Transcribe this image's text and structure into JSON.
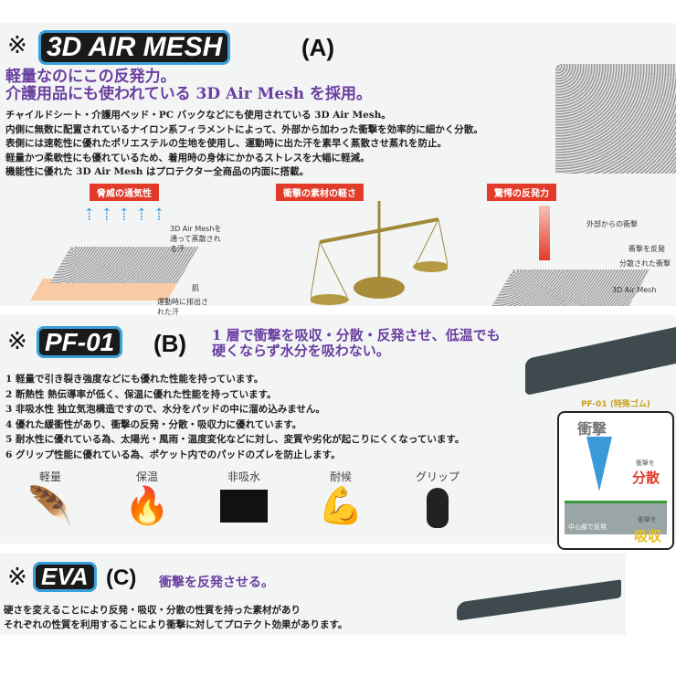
{
  "sectionA": {
    "mark": "※",
    "logo": "3D AIR MESH",
    "letter": "(A)",
    "headline": [
      "軽量なのにこの反発力。",
      "介護用品にも使われている 3D Air Mesh を採用。"
    ],
    "body": [
      "チャイルドシート・介護用ベッド・PC バックなどにも使用されている 3D Air Mesh。",
      "内側に無数に配置されているナイロン系フィラメントによって、外部から加わった衝撃を効率的に細かく分散。",
      "表側には速乾性に優れたポリエステルの生地を使用し、運動時に出た汗を素早く蒸散させ蒸れを防止。",
      "軽量かつ柔軟性にも優れているため、着用時の身体にかかるストレスを大幅に軽減。",
      "機能性に優れた 3D Air Mesh はプロテクター全商品の内面に搭載。"
    ],
    "panels": [
      {
        "tag": "脅威の通気性",
        "labels": [
          "3D Air Meshを通って蒸散される汗",
          "肌",
          "運動時に排出された汗"
        ]
      },
      {
        "tag": "衝撃の素材の軽さ",
        "labels": []
      },
      {
        "tag": "驚愕の反発力",
        "labels": [
          "外部からの衝撃",
          "衝撃を反発",
          "分散された衝撃",
          "3D Air Mesh"
        ]
      }
    ]
  },
  "sectionB": {
    "mark": "※",
    "logo": "PF-01",
    "letter": "(B)",
    "headline": [
      "1 層で衝撃を吸収・分散・反発させ、低温でも",
      "硬くならず水分を吸わない。"
    ],
    "items": [
      "1 軽量で引き裂き強度などにも優れた性能を持っています。",
      "2 断熱性 熱伝導率が低く、保温に優れた性能を持っています。",
      "3 非吸水性 独立気泡構造ですので、水分をパッドの中に溜め込みません。",
      "4 優れた緩衝性があり、衝撃の反発・分散・吸収力に優れています。",
      "5 耐水性に優れている為、太陽光・風雨・温度変化などに対し、変質や劣化が起こりにくくなっています。",
      "6 グリップ性能に優れている為、ポケット内でのパッドのズレを防止します。"
    ],
    "icons": [
      {
        "label": "軽量",
        "icon": "feather-icon"
      },
      {
        "label": "保温",
        "icon": "flame-icon"
      },
      {
        "label": "非吸水",
        "icon": "water-drop-box-icon"
      },
      {
        "label": "耐候",
        "icon": "strongman-weather-icon"
      },
      {
        "label": "グリップ",
        "icon": "shoe-sole-icon"
      }
    ],
    "diagram": {
      "title": "PF-01 (特殊ゴム)",
      "impact": "衝撃",
      "disperse_small": "衝撃を",
      "disperse": "分散",
      "center": "中心部で反発",
      "absorb_small": "衝撃を",
      "absorb": "吸収"
    }
  },
  "sectionC": {
    "mark": "※",
    "logo": "EVA",
    "letter": "(C)",
    "headline": "衝撃を反発させる。",
    "body": [
      "硬さを変えることにより反発・吸収・分散の性質を持った素材があり",
      "それぞれの性質を利用することにより衝撃に対してプロテクト効果があります。"
    ]
  }
}
